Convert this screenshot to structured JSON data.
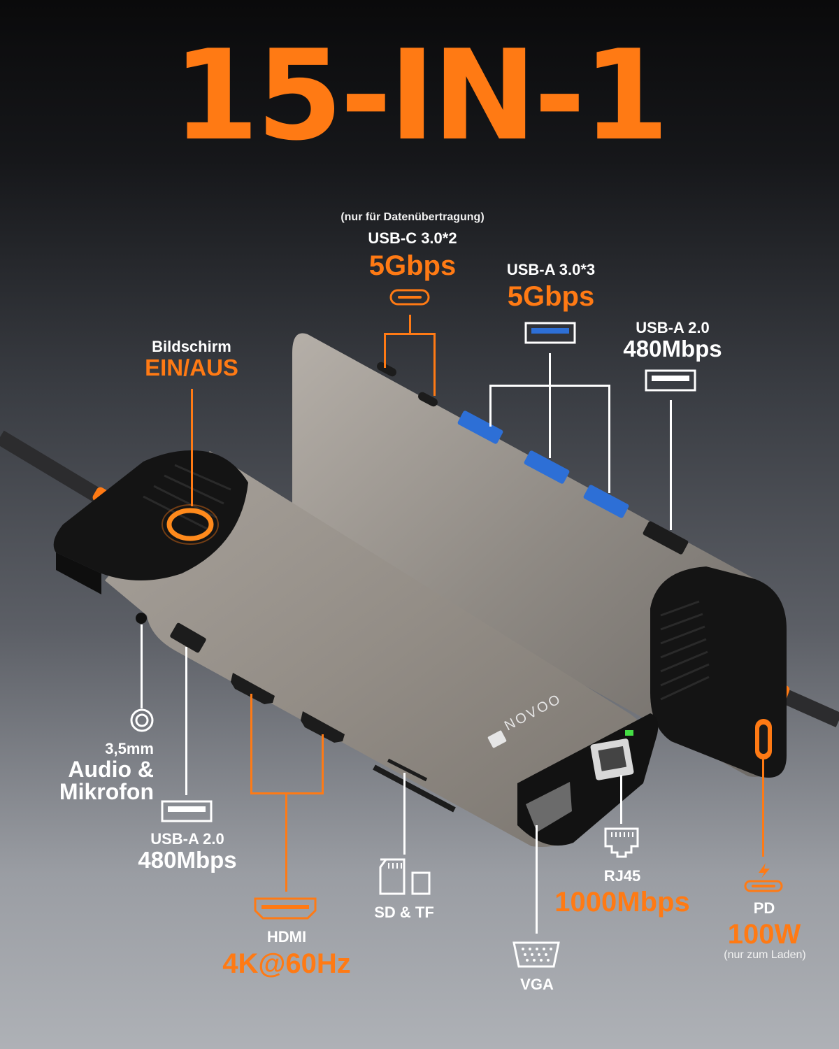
{
  "title": "15-IN-1",
  "brand": "NOVOO",
  "usbc": {
    "note": "(nur für Datenübertragung)",
    "name": "USB-C 3.0*2",
    "speed": "5Gbps"
  },
  "usba3": {
    "name": "USB-A 3.0*3",
    "speed": "5Gbps"
  },
  "usba2_top": {
    "name": "USB-A 2.0",
    "speed": "480Mbps"
  },
  "power": {
    "name": "Bildschirm",
    "state": "EIN/AUS"
  },
  "audio": {
    "name": "3,5mm",
    "line1": "Audio &",
    "line2": "Mikrofon"
  },
  "usba2_bottom": {
    "name": "USB-A 2.0",
    "speed": "480Mbps"
  },
  "hdmi": {
    "name": "HDMI",
    "spec": "4K@60Hz"
  },
  "sdtf": {
    "name": "SD & TF"
  },
  "vga": {
    "name": "VGA"
  },
  "rj45": {
    "name": "RJ45",
    "speed": "1000Mbps"
  },
  "pd": {
    "name": "PD",
    "power": "100W",
    "note": "(nur zum Laden)"
  },
  "colors": {
    "accent": "#ff7a14",
    "background_dark": "#0a0a0b",
    "device_metal": "#9a948e",
    "device_cap": "#111111"
  },
  "icons": [
    "usb-c-port-icon",
    "usb-a-port-icon",
    "power-button-icon",
    "audio-jack-icon",
    "hdmi-port-icon",
    "sd-card-icon",
    "tf-card-icon",
    "vga-port-icon",
    "rj45-port-icon",
    "pd-charging-icon"
  ]
}
